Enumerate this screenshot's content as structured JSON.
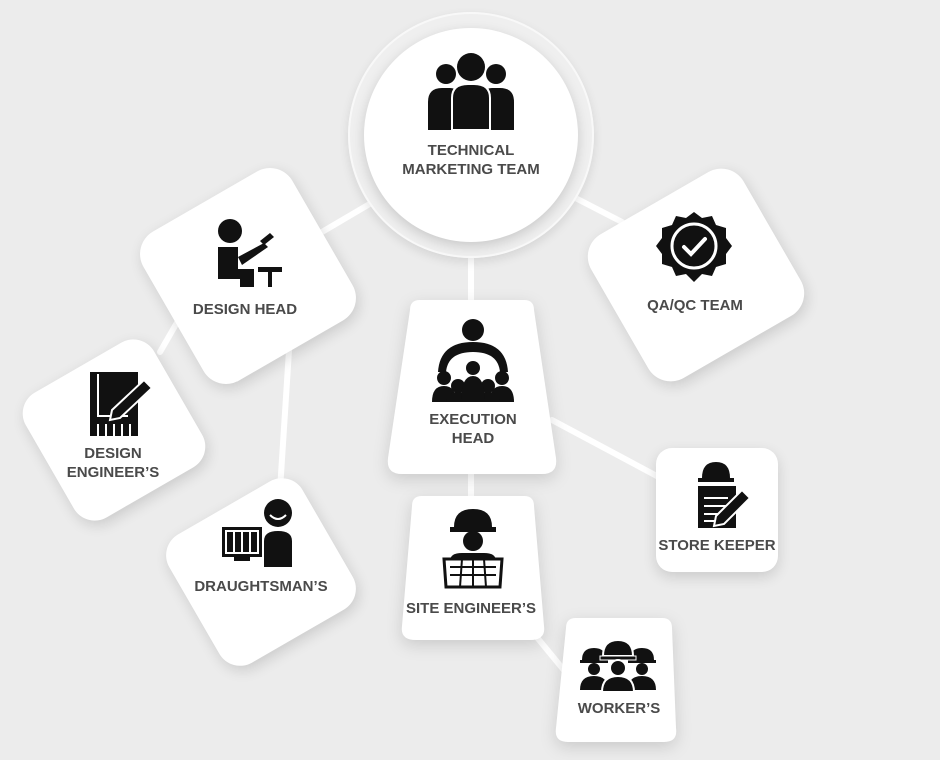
{
  "nodes": {
    "technical_marketing": {
      "line1": "TECHNICAL",
      "line2": "MARKETING TEAM",
      "icon": "group-icon"
    },
    "design_head": {
      "label": "DESIGN HEAD",
      "icon": "designer-icon"
    },
    "qa_qc": {
      "label": "QA/QC TEAM",
      "icon": "quality-badge-icon"
    },
    "execution_head": {
      "line1": "EXECUTION",
      "line2": "HEAD",
      "icon": "hierarchy-icon"
    },
    "design_engineers": {
      "line1": "DESIGN",
      "line2": "ENGINEER’S",
      "icon": "blueprint-icon"
    },
    "draughtsmans": {
      "label": "DRAUGHTSMAN’S",
      "icon": "drafter-at-computer-icon"
    },
    "site_engineers": {
      "label": "SITE ENGINEER’S",
      "icon": "engineer-with-plan-icon"
    },
    "store_keeper": {
      "label": "STORE KEEPER",
      "icon": "clipboard-helmet-icon"
    },
    "workers": {
      "label": "WORKER’S",
      "icon": "workers-group-icon"
    }
  },
  "colors": {
    "background": "#ececec",
    "card": "#ffffff",
    "icon": "#111111",
    "text": "#4a4a4a",
    "connector": "#ffffff"
  }
}
